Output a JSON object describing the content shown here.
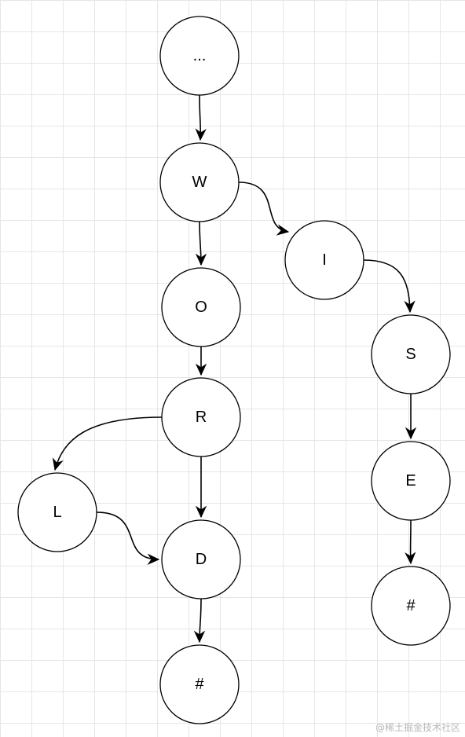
{
  "diagram": {
    "nodes": [
      {
        "id": "root",
        "label": "..."
      },
      {
        "id": "w",
        "label": "W"
      },
      {
        "id": "o",
        "label": "O"
      },
      {
        "id": "r",
        "label": "R"
      },
      {
        "id": "l",
        "label": "L"
      },
      {
        "id": "d",
        "label": "D"
      },
      {
        "id": "end1",
        "label": "#"
      },
      {
        "id": "i",
        "label": "I"
      },
      {
        "id": "s",
        "label": "S"
      },
      {
        "id": "e",
        "label": "E"
      },
      {
        "id": "end2",
        "label": "#"
      }
    ],
    "edges": [
      {
        "from": "root",
        "to": "w"
      },
      {
        "from": "w",
        "to": "o"
      },
      {
        "from": "w",
        "to": "i"
      },
      {
        "from": "o",
        "to": "r"
      },
      {
        "from": "r",
        "to": "l"
      },
      {
        "from": "r",
        "to": "d"
      },
      {
        "from": "l",
        "to": "d"
      },
      {
        "from": "d",
        "to": "end1"
      },
      {
        "from": "i",
        "to": "s"
      },
      {
        "from": "s",
        "to": "e"
      },
      {
        "from": "e",
        "to": "end2"
      }
    ]
  },
  "watermark": "@稀土掘金技术社区",
  "colors": {
    "grid": "#e6e6e6",
    "stroke": "#000000",
    "fill": "#ffffff"
  }
}
